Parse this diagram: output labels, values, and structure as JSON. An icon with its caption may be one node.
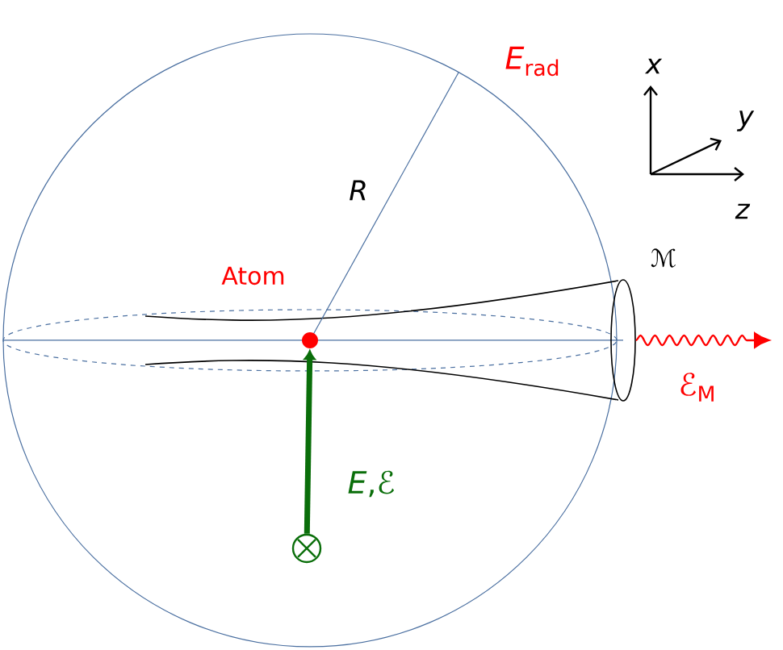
{
  "diagram": {
    "nodes": [
      {
        "text": [],
        "shape": "circle",
        "beside": [
          "Atom"
        ]
      },
      {
        "text": [],
        "shape": "ellipse",
        "beside": [
          "ℳ"
        ]
      },
      {
        "text": [],
        "shape": "circle"
      }
    ],
    "edges": [
      {
        "from": 2,
        "to": 0,
        "arrow": "to",
        "style": "thick",
        "color": "#0a6e0a",
        "label": "*E*,ℰ"
      },
      {
        "from": 1,
        "to": null,
        "arrow": "to",
        "color": "#ff0000",
        "label": "ℰ$_{M}$"
      }
    ],
    "labels": [
      "*E*$_{rad}$",
      "*R*",
      "*x*",
      "*y*",
      "*z*"
    ]
  }
}
